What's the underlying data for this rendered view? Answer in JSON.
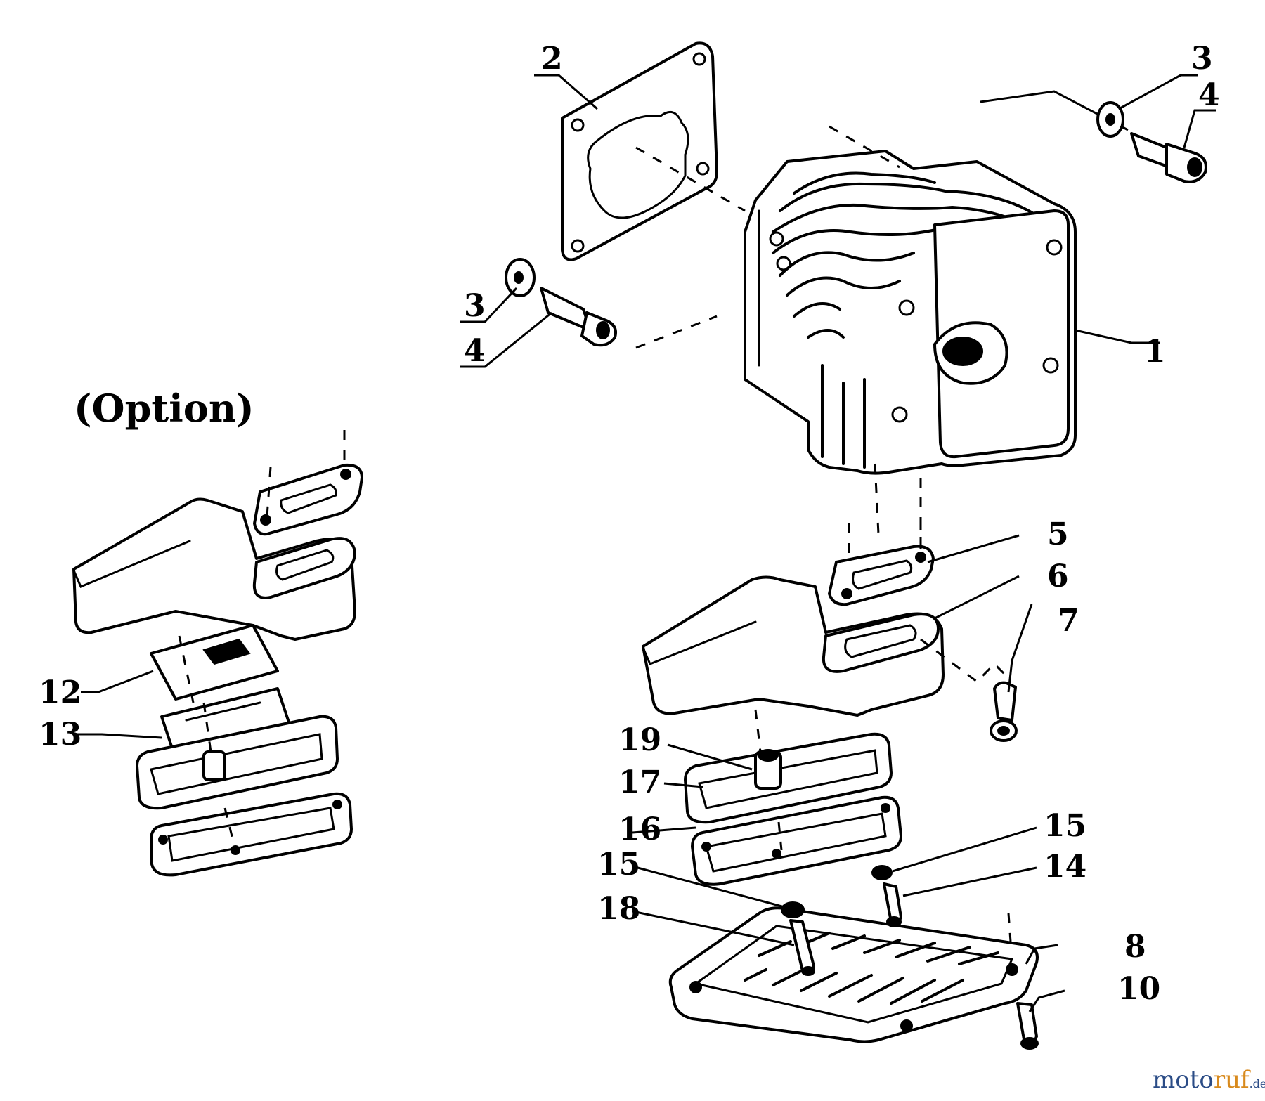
{
  "option_text": "(Option)",
  "labels": {
    "p1": "1",
    "p2": "2",
    "p3a": "3",
    "p4a": "4",
    "p3b": "3",
    "p4b": "4",
    "p5": "5",
    "p6": "6",
    "p7": "7",
    "p8": "8",
    "p10": "10",
    "p12": "12",
    "p13": "13",
    "p14": "14",
    "p15a": "15",
    "p15b": "15",
    "p16": "16",
    "p17": "17",
    "p18": "18",
    "p19": "19"
  },
  "watermark": {
    "part1": "moto",
    "part2": "ruf",
    "suffix": ".de"
  }
}
